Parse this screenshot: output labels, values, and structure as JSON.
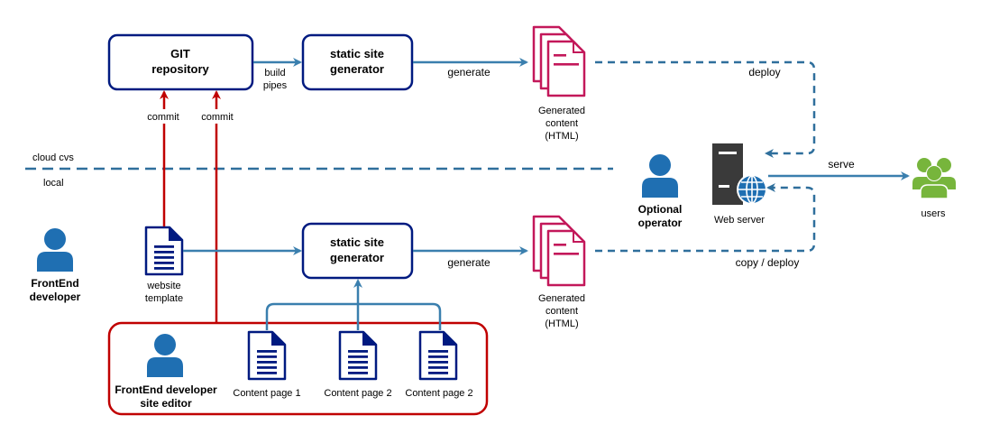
{
  "colors": {
    "navy": "#001a80",
    "blue_edge": "#3a7fae",
    "dashed_edge": "#2f6f9c",
    "red": "#c00000",
    "doc_red": "#c3185a",
    "person_blue": "#1f6fb2",
    "users_green": "#77b53c",
    "server_dark": "#3a3a3a"
  },
  "nodes": {
    "git": {
      "line1": "GIT",
      "line2": "repository"
    },
    "ssg_top": {
      "line1": "static site",
      "line2": "generator"
    },
    "ssg_bottom": {
      "line1": "static site",
      "line2": "generator"
    },
    "gen_top": {
      "line1": "Generated",
      "line2": "content",
      "line3": "(HTML)"
    },
    "gen_bottom": {
      "line1": "Generated",
      "line2": "content",
      "line3": "(HTML)"
    },
    "operator": {
      "line1": "Optional",
      "line2": "operator"
    },
    "webserver": {
      "label": "Web server"
    },
    "users": {
      "label": "users"
    },
    "frontend_dev": {
      "line1": "FrontEnd",
      "line2": "developer"
    },
    "template": {
      "line1": "website",
      "line2": "template"
    },
    "site_editor": {
      "line1": "FrontEnd developer",
      "line2": "site editor"
    },
    "content1": {
      "label": "Content page 1"
    },
    "content2": {
      "label": "Content page 2"
    },
    "content3": {
      "label": "Content page 2"
    }
  },
  "edges": {
    "build_pipes": {
      "line1": "build",
      "line2": "pipes"
    },
    "generate_top": "generate",
    "generate_bottom": "generate",
    "deploy": "deploy",
    "copy_deploy": "copy / deploy",
    "serve": "serve",
    "commit_left": "commit",
    "commit_right": "commit"
  },
  "zones": {
    "cloud": "cloud cvs",
    "local": "local"
  }
}
